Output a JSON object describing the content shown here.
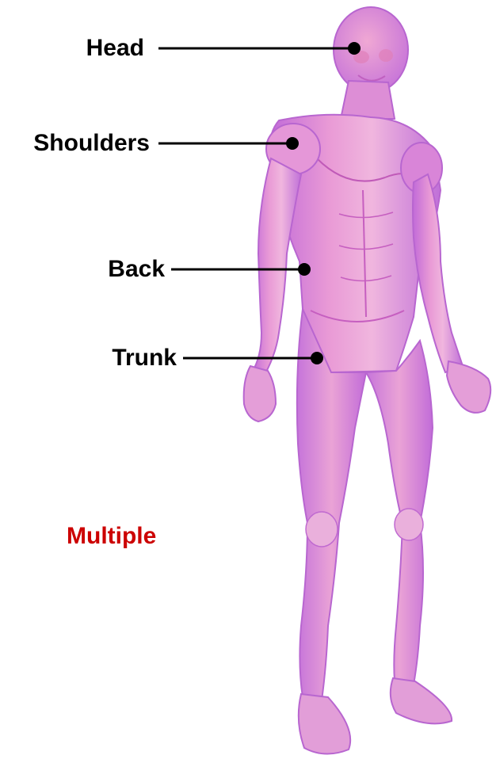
{
  "labels": {
    "head": "Head",
    "shoulders": "Shoulders",
    "back": "Back",
    "trunk": "Trunk",
    "multiple": "Multiple"
  },
  "colors": {
    "label_text": "#000000",
    "multiple_text": "#cc0000",
    "body_fill": "#e89ad8",
    "body_shadow": "#c46fd6",
    "body_highlight": "#f4c4e8",
    "muscle_line": "#b455c8",
    "leader_line": "#000000"
  },
  "icons": {
    "pointer_dot": "dot"
  }
}
